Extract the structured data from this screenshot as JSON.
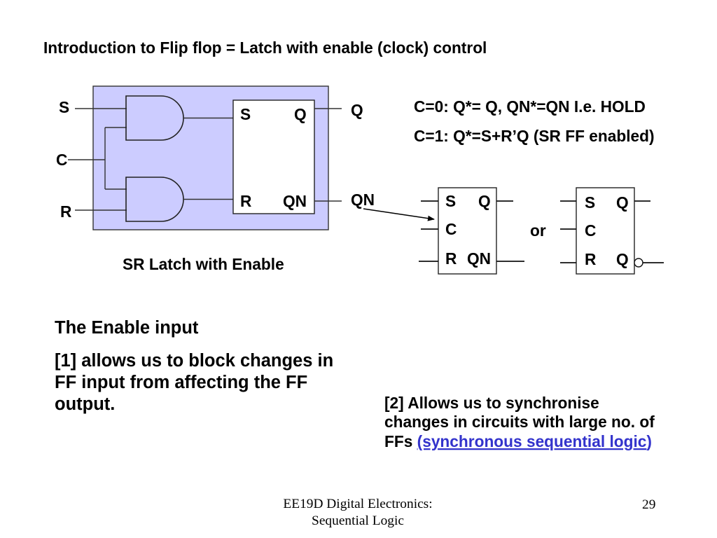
{
  "slide": {
    "title": "Introduction to Flip flop = Latch with enable (clock) control",
    "page_number": "29",
    "footer_lines": [
      "EE19D Digital Electronics:",
      "Sequential Logic"
    ]
  },
  "colors": {
    "enclosure_fill": "#ccccff",
    "link": "#3333cc"
  },
  "latch_diagram": {
    "input_labels": {
      "s": "S",
      "c": "C",
      "r": "R"
    },
    "sr_block": {
      "s": "S",
      "q": "Q",
      "r": "R",
      "qn": "QN"
    },
    "output_labels": {
      "q": "Q",
      "qn": "QN"
    },
    "caption": "SR Latch with Enable"
  },
  "behaviour_notes": [
    "C=0: Q*= Q, QN*=QN I.e. HOLD",
    "C=1: Q*=S+R’Q (SR FF enabled)"
  ],
  "symbols": {
    "symbol_qn": {
      "s": "S",
      "q": "Q",
      "c": "C",
      "r": "R",
      "qn": "QN"
    },
    "separator": "or",
    "symbol_bubble": {
      "s": "S",
      "q_top": "Q",
      "c": "C",
      "r": "R",
      "q_bottom": "Q"
    }
  },
  "enable_input": {
    "heading": "The Enable input",
    "point1_lines": [
      "[1] allows us to block changes in",
      "FF input from affecting the FF",
      "output."
    ],
    "point2_lines": [
      "[2] Allows us to synchronise",
      "changes in circuits with large no. of"
    ],
    "point2_last_line": {
      "prefix": "FFs ",
      "link_text": "(synchronous sequential logic",
      "suffix": ")"
    }
  }
}
